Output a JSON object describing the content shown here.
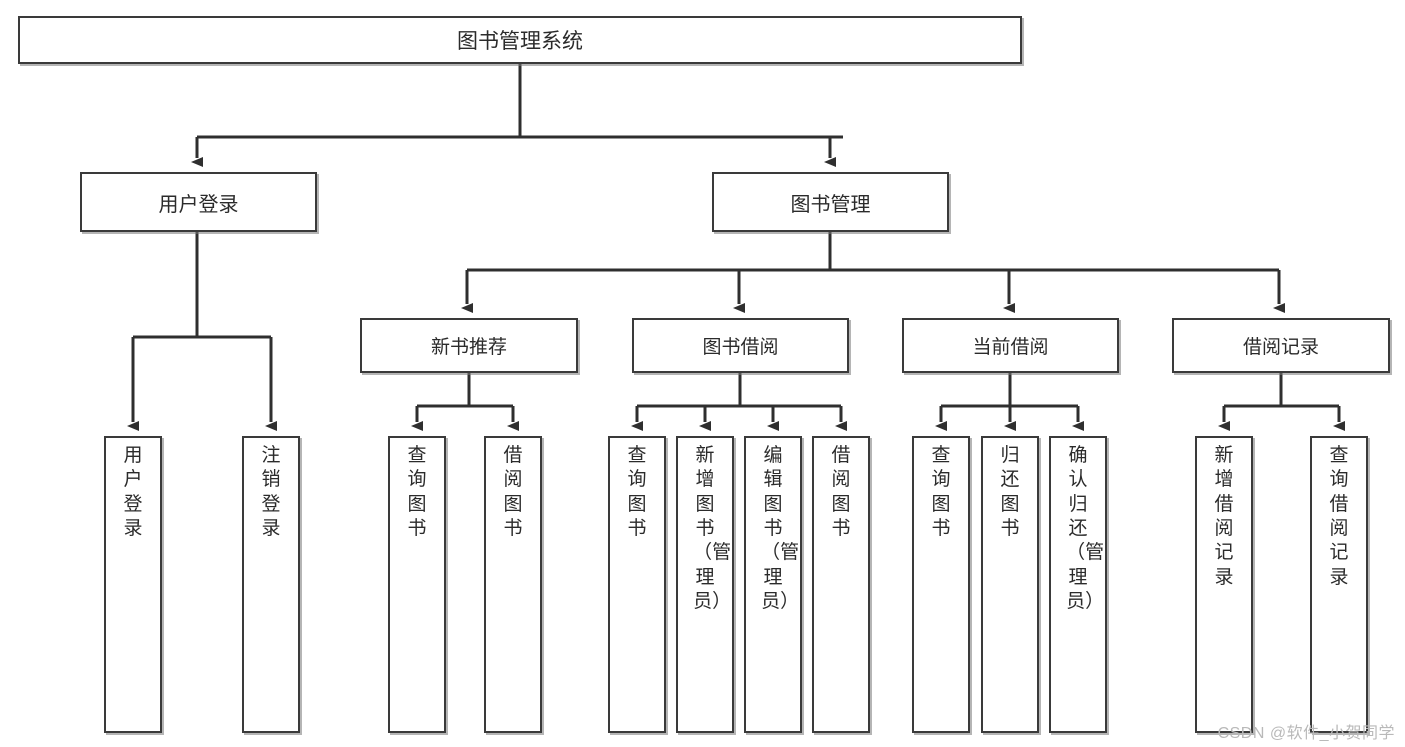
{
  "diagram": {
    "title": "图书管理系统",
    "root": {
      "label": "图书管理系统"
    },
    "level1": [
      {
        "label": "用户登录"
      },
      {
        "label": "图书管理"
      }
    ],
    "level2": [
      {
        "label": "新书推荐"
      },
      {
        "label": "图书借阅"
      },
      {
        "label": "当前借阅"
      },
      {
        "label": "借阅记录"
      }
    ],
    "leaves": {
      "user_login": [
        {
          "label": "用户登录"
        },
        {
          "label": "注销登录"
        }
      ],
      "new_book_recommend": [
        {
          "label": "查询图书"
        },
        {
          "label": "借阅图书"
        }
      ],
      "book_borrow": [
        {
          "label": "查询图书"
        },
        {
          "label": "新增图书（管理员）"
        },
        {
          "label": "编辑图书（管理员）"
        },
        {
          "label": "借阅图书"
        }
      ],
      "current_borrow": [
        {
          "label": "查询图书"
        },
        {
          "label": "归还图书"
        },
        {
          "label": "确认归还（管理员）"
        }
      ],
      "borrow_records": [
        {
          "label": "新增借阅记录"
        },
        {
          "label": "查询借阅记录"
        }
      ]
    },
    "watermark": "CSDN @软件_小贺同学",
    "colors": {
      "border": "#3a3a3a",
      "text": "#2b2b2b",
      "background": "#ffffff",
      "watermark": "#b9b9b9"
    }
  }
}
